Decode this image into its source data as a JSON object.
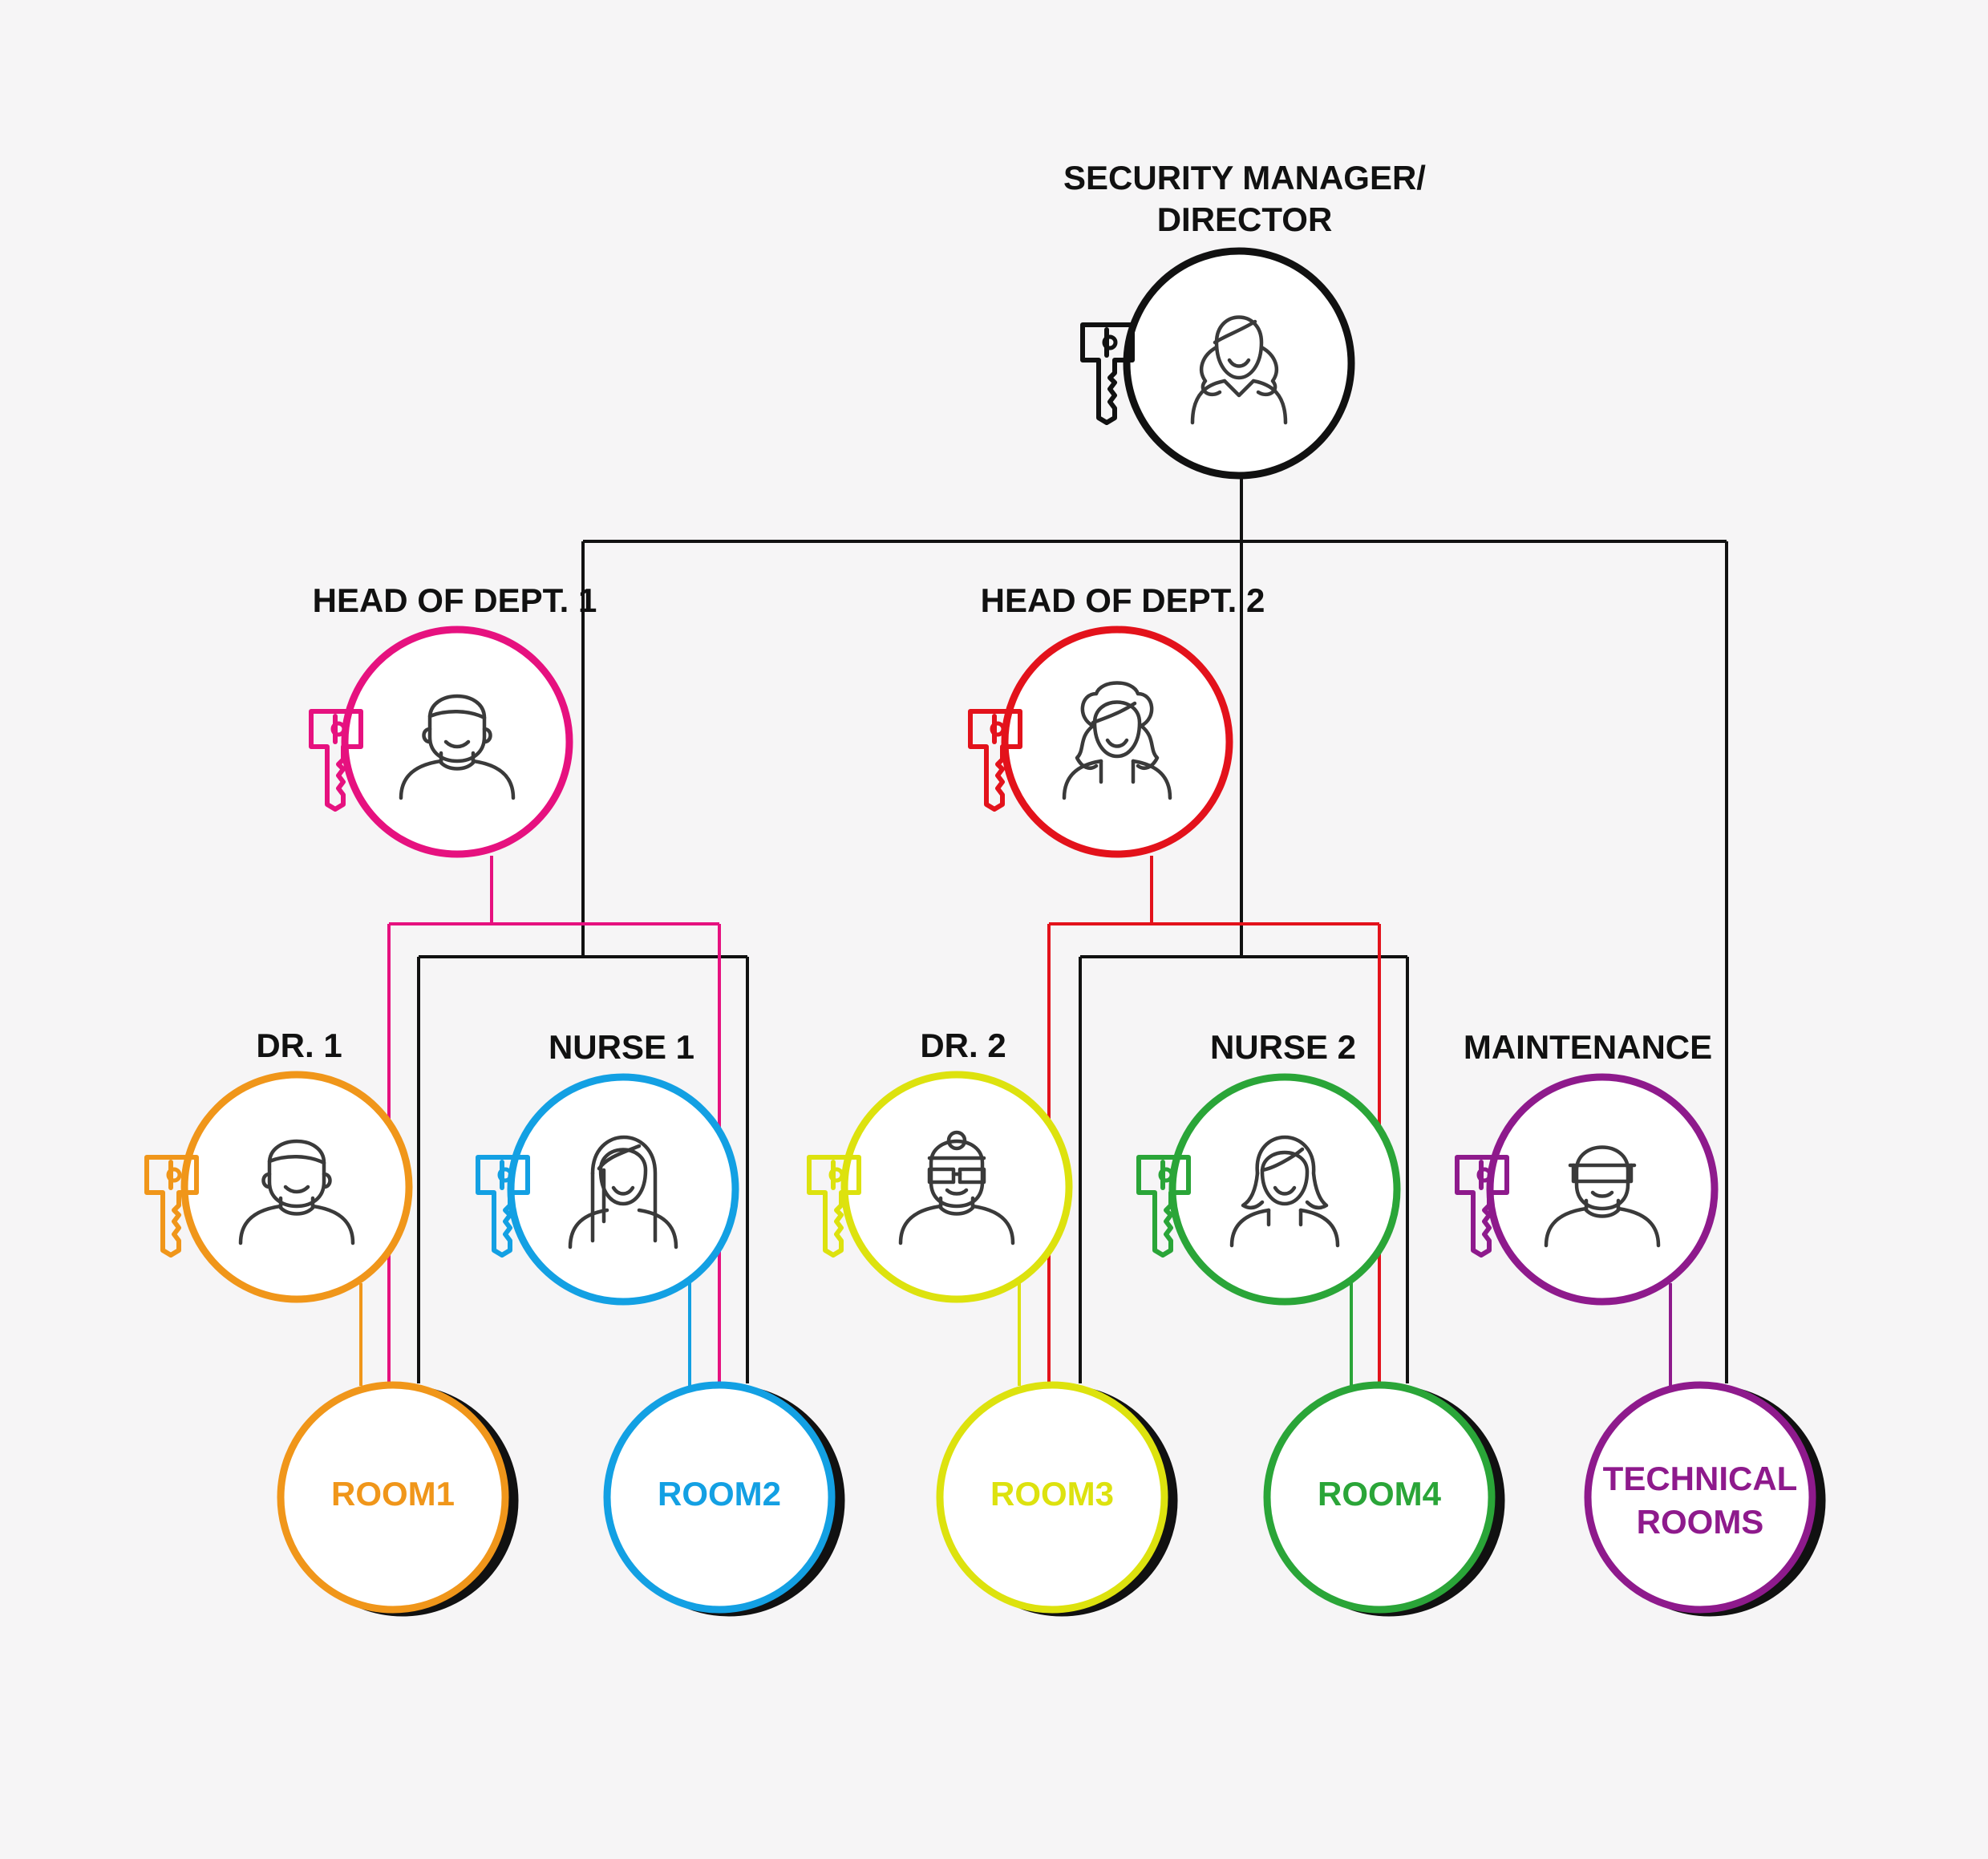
{
  "colors": {
    "black": "#111111",
    "pink": "#e6117f",
    "red": "#e3121b",
    "orange": "#f0961a",
    "blue": "#13a0e3",
    "yellow": "#dde20e",
    "green": "#2aa538",
    "purple": "#8e1a8c"
  },
  "people": [
    {
      "id": "director",
      "label_lines": [
        "SECURITY MANAGER/",
        "DIRECTOR"
      ],
      "color": "black",
      "icon": "woman-icon"
    },
    {
      "id": "head1",
      "label_lines": [
        "HEAD OF DEPT. 1"
      ],
      "color": "pink",
      "icon": "man-icon"
    },
    {
      "id": "head2",
      "label_lines": [
        "HEAD OF DEPT. 2"
      ],
      "color": "red",
      "icon": "curly-woman-icon"
    },
    {
      "id": "dr1",
      "label_lines": [
        "DR. 1"
      ],
      "color": "orange",
      "icon": "man-icon"
    },
    {
      "id": "nurse1",
      "label_lines": [
        "NURSE 1"
      ],
      "color": "blue",
      "icon": "long-hair-woman-icon"
    },
    {
      "id": "dr2",
      "label_lines": [
        "DR. 2"
      ],
      "color": "yellow",
      "icon": "doctor-icon"
    },
    {
      "id": "nurse2",
      "label_lines": [
        "NURSE 2"
      ],
      "color": "green",
      "icon": "bob-woman-icon"
    },
    {
      "id": "maintenance",
      "label_lines": [
        "MAINTENANCE"
      ],
      "color": "purple",
      "icon": "worker-icon"
    }
  ],
  "rooms": [
    {
      "id": "room1",
      "label_lines": [
        "ROOM1"
      ],
      "color": "orange"
    },
    {
      "id": "room2",
      "label_lines": [
        "ROOM2"
      ],
      "color": "blue"
    },
    {
      "id": "room3",
      "label_lines": [
        "ROOM3"
      ],
      "color": "yellow"
    },
    {
      "id": "room4",
      "label_lines": [
        "ROOM4"
      ],
      "color": "green"
    },
    {
      "id": "technical",
      "label_lines": [
        "TECHNICAL",
        "ROOMS"
      ],
      "color": "purple"
    }
  ]
}
